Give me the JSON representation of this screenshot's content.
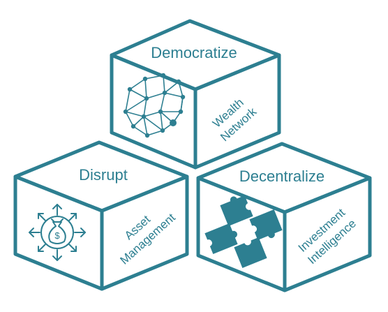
{
  "accent_color": "#2d7f91",
  "fill_color": "#ffffff",
  "cubes": [
    {
      "top_label": "Democratize",
      "side_label_lines": [
        "Wealth",
        "Network"
      ],
      "icon": "network-mesh-icon"
    },
    {
      "top_label": "Disrupt",
      "side_label_lines": [
        "Asset",
        "Management"
      ],
      "icon": "money-arrows-icon"
    },
    {
      "top_label": "Decentralize",
      "side_label_lines": [
        "Investment",
        "Intelligence"
      ],
      "icon": "puzzle-pieces-icon"
    }
  ]
}
